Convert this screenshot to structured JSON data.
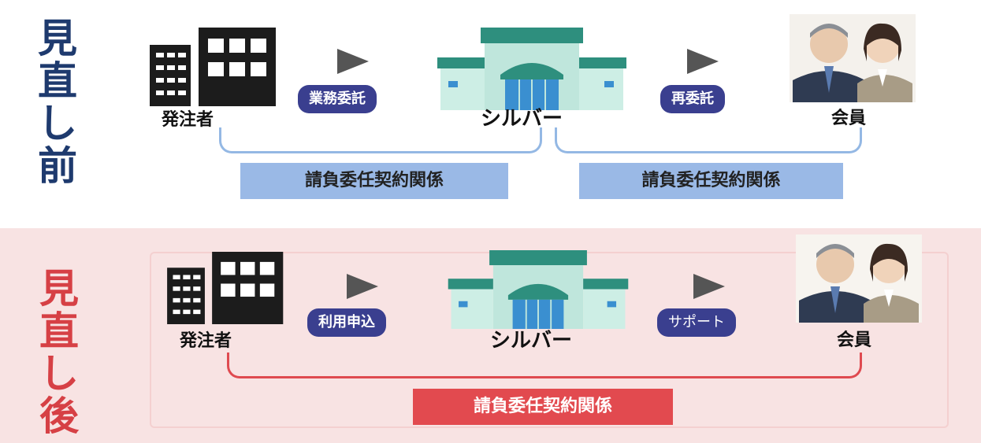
{
  "before": {
    "section_label": "見直し前",
    "client_label": "発注者",
    "silver_label": "シルバー",
    "member_label": "会員",
    "flow1_label": "業務委託",
    "flow2_label": "再委託",
    "contract1_label": "請負委任契約関係",
    "contract2_label": "請負委任契約関係"
  },
  "after": {
    "section_label": "見直し後",
    "client_label": "発注者",
    "silver_label": "シルバー",
    "member_label": "会員",
    "flow1_label": "利用申込",
    "flow2_label": "サポート",
    "contract_label": "請負委任契約関係"
  },
  "colors": {
    "before_accent": "#1e3a6e",
    "after_accent": "#d64045",
    "pill": "#3a3f8f",
    "contract_blue": "#9ab9e6",
    "contract_red": "#e24a4f",
    "after_background": "#f8e3e3"
  }
}
